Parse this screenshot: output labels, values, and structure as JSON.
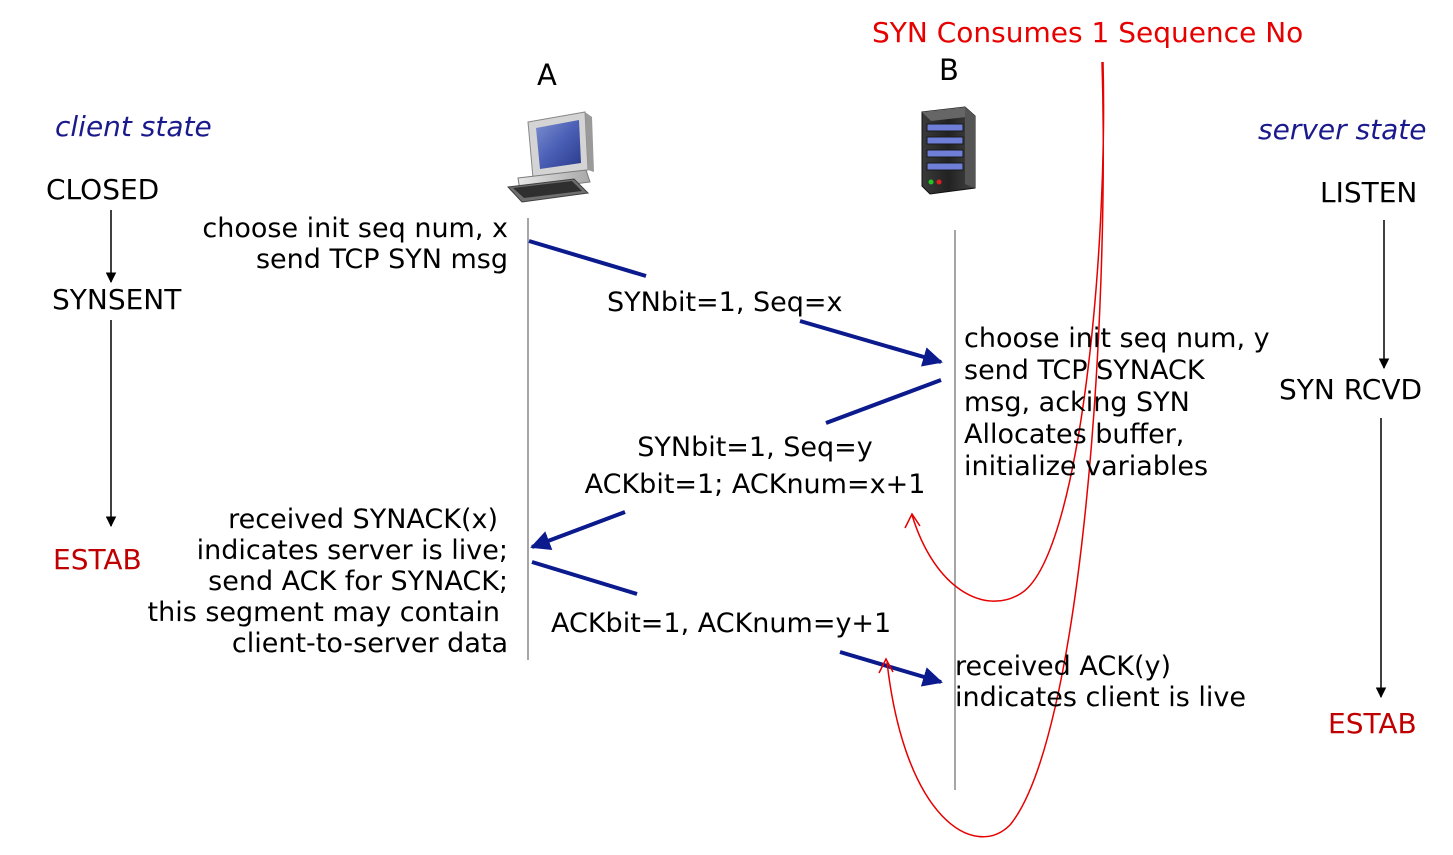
{
  "colors": {
    "black": "#000000",
    "arrow_blue": "#0b1a8c",
    "state_label_blue": "#1a1a8c",
    "estab_red": "#c00000",
    "annotation_red": "#e60000",
    "timeline_gray": "#888888"
  },
  "annotation": {
    "text": "SYN Consumes 1 Sequence No"
  },
  "hosts": {
    "a": {
      "label": "A",
      "icon": "desktop-computer-icon"
    },
    "b": {
      "label": "B",
      "icon": "server-tower-icon"
    }
  },
  "client": {
    "heading": "client state",
    "states": [
      "CLOSED",
      "SYNSENT",
      "ESTAB"
    ]
  },
  "server": {
    "heading": "server state",
    "states": [
      "LISTEN",
      "SYN RCVD",
      "ESTAB"
    ]
  },
  "notes": {
    "client_syn": [
      "choose init seq num, x",
      "send TCP SYN msg"
    ],
    "server_synack": [
      "choose init seq num, y",
      "send TCP SYNACK",
      "msg, acking SYN",
      "Allocates buffer,",
      "initialize variables"
    ],
    "client_ack": [
      "received SYNACK(x)",
      "indicates server is live;",
      "send ACK for SYNACK;",
      "this segment may contain",
      "client-to-server data"
    ],
    "server_ack": [
      "received ACK(y)",
      "indicates client is live"
    ]
  },
  "messages": {
    "syn": [
      "SYNbit=1, Seq=x"
    ],
    "synack": [
      "SYNbit=1, Seq=y",
      "ACKbit=1; ACKnum=x+1"
    ],
    "ack": [
      "ACKbit=1, ACKnum=y+1"
    ]
  }
}
